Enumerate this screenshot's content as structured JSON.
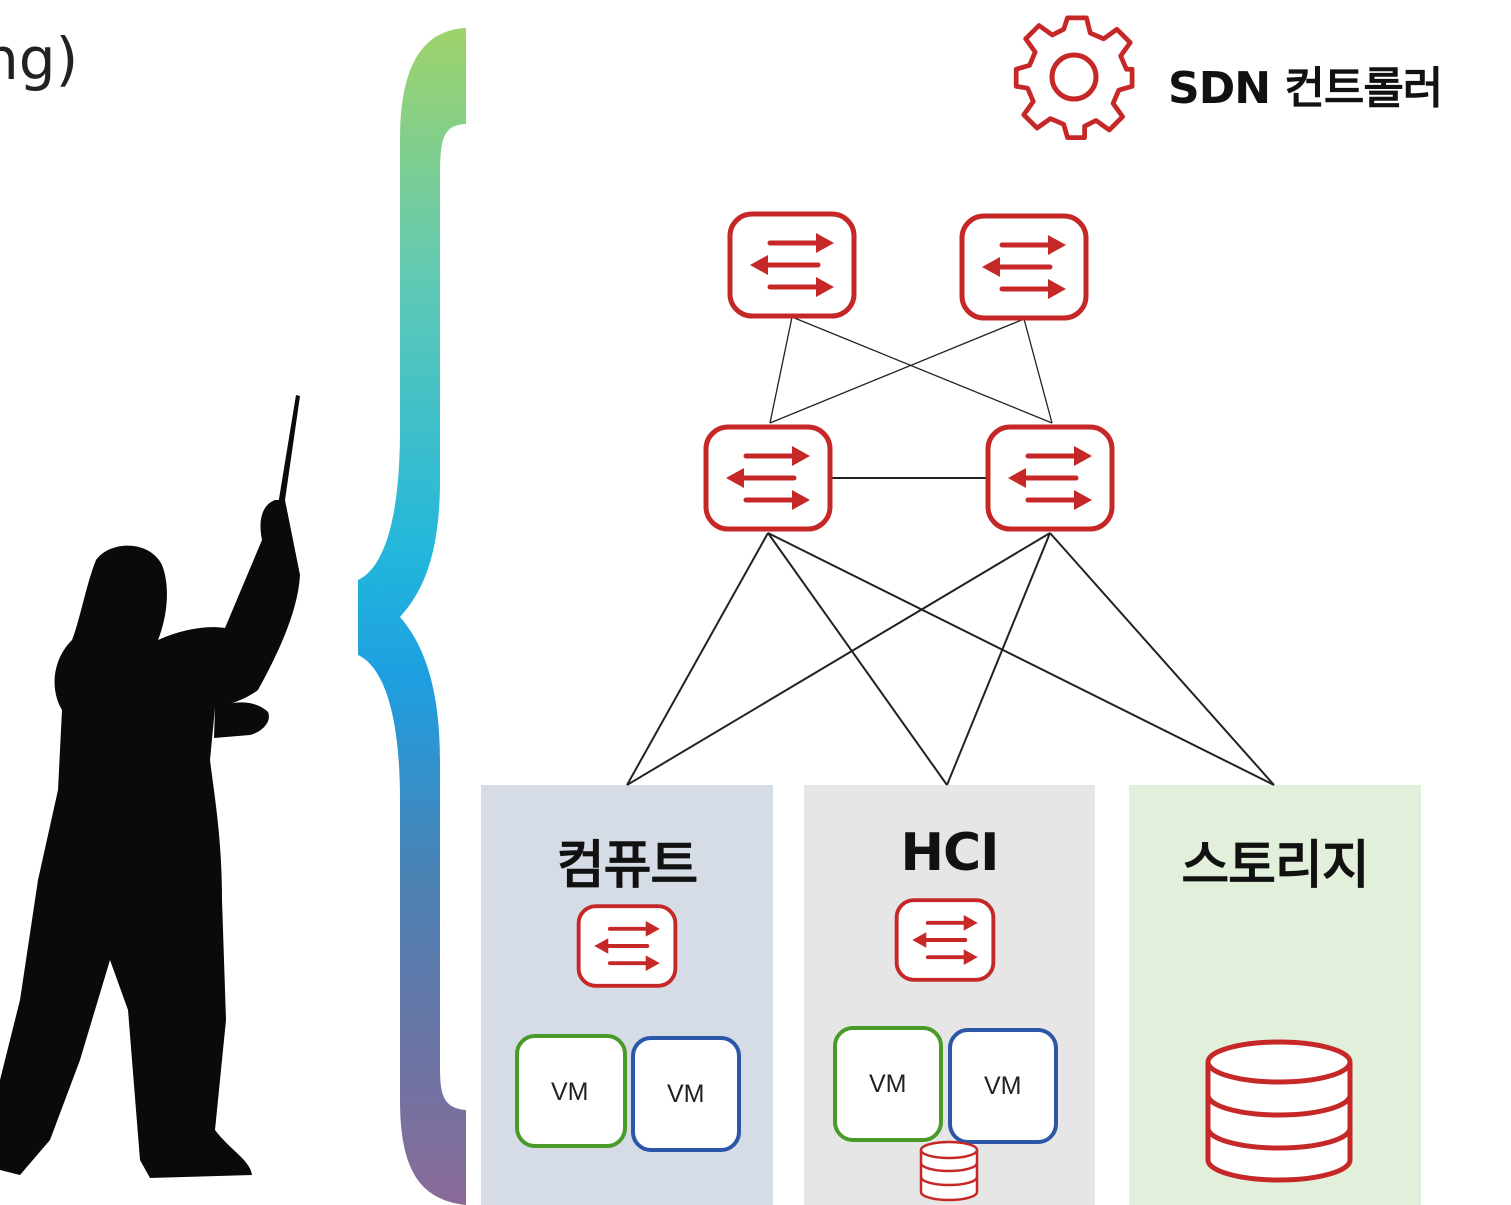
{
  "left_text": {
    "line1": "ng)",
    "line2": ")"
  },
  "controller": {
    "label": "SDN 컨트롤러",
    "icon": "gear-icon"
  },
  "panels": {
    "compute": {
      "title": "컴퓨트",
      "vm_left": "VM",
      "vm_right": "VM"
    },
    "hci": {
      "title": "HCI",
      "vm_left": "VM",
      "vm_right": "VM"
    },
    "storage": {
      "title": "스토리지"
    }
  },
  "colors": {
    "switch_red": "#c62828",
    "vm_green": "#4a9a2a",
    "vm_blue": "#2c56a8",
    "compute_bg": "#d6dce6",
    "hci_bg": "#e6e6e6",
    "storage_bg": "#e2efda"
  }
}
